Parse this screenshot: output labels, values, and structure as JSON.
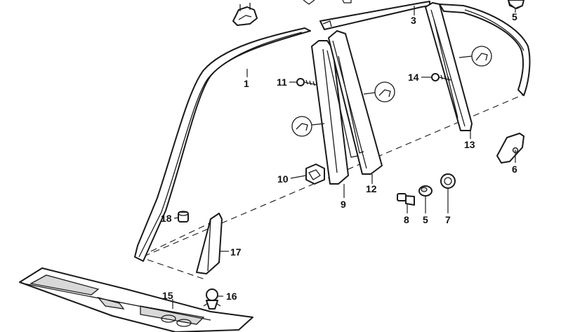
{
  "colors": {
    "line": "#1a1a1a",
    "background": "#ffffff",
    "shade": "#d8d8d8"
  },
  "callouts": {
    "c1": "1",
    "c3": "3",
    "c5a": "5",
    "c5b": "5",
    "c6": "6",
    "c7": "7",
    "c8": "8",
    "c9": "9",
    "c10": "10",
    "c11": "11",
    "c12": "12",
    "c13": "13",
    "c14": "14",
    "c15": "15",
    "c16": "16",
    "c17": "17",
    "c18": "18"
  },
  "icons": [
    "detail-circle-icon",
    "clip-icon",
    "screw-icon",
    "grommet-icon"
  ]
}
